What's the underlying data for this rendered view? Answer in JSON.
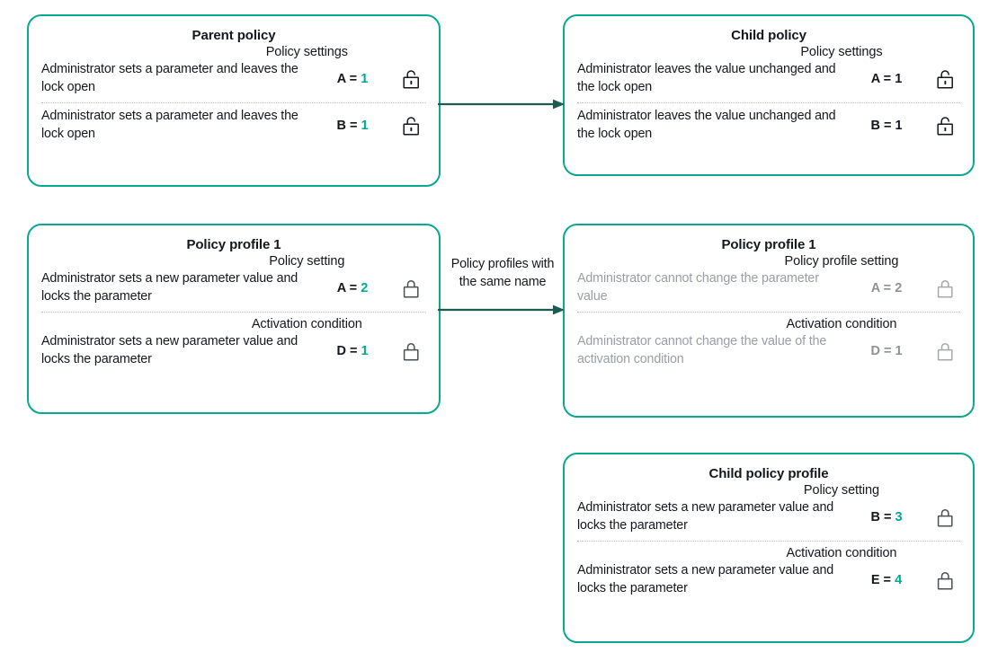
{
  "theme": {
    "border_color": "#0aa88e",
    "accent_value_color": "#00a88e",
    "arrow_color": "#1a5c52",
    "text_color": "#14171c",
    "dim_text_color": "#9a9ea3",
    "divider_color": "#b9bcc0"
  },
  "cards": {
    "parent_policy": {
      "title": "Parent policy",
      "section1": "Policy settings",
      "rows": [
        {
          "desc": "Administrator sets a parameter and leaves the lock open",
          "param": "A =",
          "value": "1",
          "lock": "lock-open-icon"
        },
        {
          "desc": "Administrator sets a parameter and  leaves the lock open",
          "param": "B =",
          "value": "1",
          "lock": "lock-open-icon"
        }
      ]
    },
    "child_policy": {
      "title": "Child policy",
      "section1": "Policy settings",
      "rows": [
        {
          "desc": "Administrator leaves the value unchanged and the lock open",
          "param": "A =",
          "value": "1",
          "lock": "lock-open-icon"
        },
        {
          "desc": "Administrator leaves the value unchanged and the lock open",
          "param": "B =",
          "value": "1",
          "lock": "lock-open-icon"
        }
      ]
    },
    "policy_profile_1_left": {
      "title": "Policy profile 1",
      "section1": "Policy setting",
      "section2": "Activation condition",
      "rows": [
        {
          "desc": "Administrator sets a new parameter value and locks the parameter",
          "param": "A =",
          "value": "2",
          "lock": "lock-closed-icon"
        },
        {
          "desc": "Administrator sets a new parameter value and locks the parameter",
          "param": "D =",
          "value": "1",
          "lock": "lock-closed-icon"
        }
      ]
    },
    "policy_profile_1_right": {
      "title": "Policy profile 1",
      "section1": "Policy profile setting",
      "section2": "Activation condition",
      "rows": [
        {
          "desc": "Administrator cannot change the parameter value",
          "param": "A =",
          "value": "2",
          "lock": "lock-closed-icon"
        },
        {
          "desc": "Administrator cannot change the value of the activation condition",
          "param": "D =",
          "value": "1",
          "lock": "lock-closed-icon"
        }
      ]
    },
    "child_policy_profile": {
      "title": "Child policy profile",
      "section1": "Policy setting",
      "section2": "Activation condition",
      "rows": [
        {
          "desc": "Administrator sets a new parameter  value and locks the parameter",
          "param": "B =",
          "value": "3",
          "lock": "lock-closed-icon"
        },
        {
          "desc": "Administrator sets a new parameter value and locks the parameter",
          "param": "E =",
          "value": "4",
          "lock": "lock-closed-icon"
        }
      ]
    }
  },
  "arrows": {
    "top": {
      "label": ""
    },
    "middle": {
      "label": "Policy profiles with the same name"
    }
  }
}
